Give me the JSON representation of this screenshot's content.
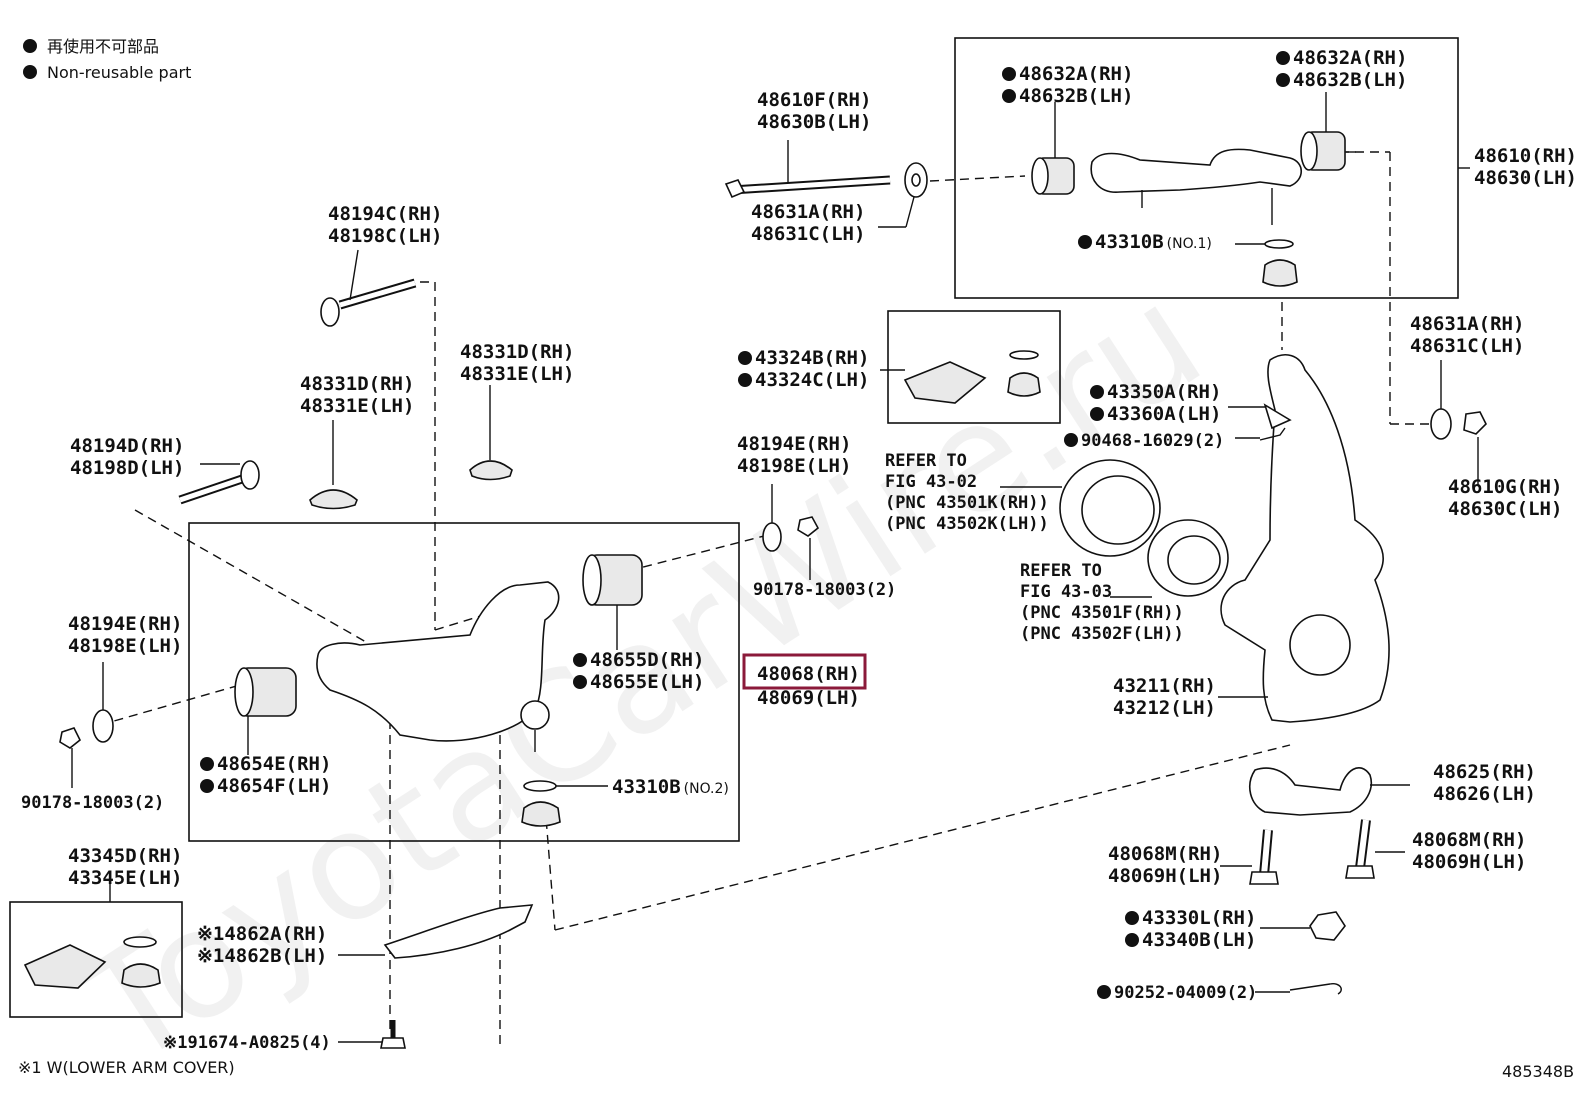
{
  "legend": {
    "jp": "再使用不可部品",
    "en": "Non-reusable part"
  },
  "watermark": "ToyotaCarWire.ru",
  "footnote": "※1 W(LOWER ARM COVER)",
  "diagram_id": "485348B",
  "highlight_color": "#8b1a3a",
  "labels": {
    "p48610F": "48610F(RH)",
    "p48630B": "48630B(LH)",
    "p48631A_top": "48631A(RH)",
    "p48631C_top": "48631C(LH)",
    "p48632A_l": "48632A(RH)",
    "p48632B_l": "48632B(LH)",
    "p48632A_r": "48632A(RH)",
    "p48632B_r": "48632B(LH)",
    "p48610_r": "48610(RH)",
    "p48630_r": "48630(LH)",
    "p43310B_1": "43310B",
    "p43310B_1q": "(NO.1)",
    "p48194C": "48194C(RH)",
    "p48198C": "48198C(LH)",
    "p48331D_a": "48331D(RH)",
    "p48331E_a": "48331E(LH)",
    "p48331D_b": "48331D(RH)",
    "p48331E_b": "48331E(LH)",
    "p43324B": "43324B(RH)",
    "p43324C": "43324C(LH)",
    "p43350A": "43350A(RH)",
    "p43360A": "43360A(LH)",
    "p90468": "90468-16029(2)",
    "p48631A_r": "48631A(RH)",
    "p48631C_r": "48631C(LH)",
    "p48610G": "48610G(RH)",
    "p48630C": "48630C(LH)",
    "p48194D": "48194D(RH)",
    "p48198D": "48198D(LH)",
    "p48194E_t": "48194E(RH)",
    "p48198E_t": "48198E(LH)",
    "p90178_t": "90178-18003(2)",
    "ref1_a": "REFER TO",
    "ref1_b": "FIG 43-02",
    "ref1_c": "(PNC 43501K(RH))",
    "ref1_d": "(PNC 43502K(LH))",
    "ref2_a": "REFER TO",
    "ref2_b": "FIG 43-03",
    "ref2_c": "(PNC 43501F(RH))",
    "ref2_d": "(PNC 43502F(LH))",
    "p48194E_l": "48194E(RH)",
    "p48198E_l": "48198E(LH)",
    "p48655D": "48655D(RH)",
    "p48655E": "48655E(LH)",
    "p48068": "48068(RH)",
    "p48069": "48069(LH)",
    "p43211": "43211(RH)",
    "p43212": "43212(LH)",
    "p48654E": "48654E(RH)",
    "p48654F": "48654F(LH)",
    "p90178_l": "90178-18003(2)",
    "p43310B_2": "43310B",
    "p43310B_2q": "(NO.2)",
    "p48625": "48625(RH)",
    "p48626": "48626(LH)",
    "p48068M_l": "48068M(RH)",
    "p48069H_l": "48069H(LH)",
    "p48068M_r": "48068M(RH)",
    "p48069H_r": "48069H(LH)",
    "p43345D": "43345D(RH)",
    "p43345E": "43345E(LH)",
    "p14862A": "※14862A(RH)",
    "p14862B": "※14862B(LH)",
    "p43330L": "43330L(RH)",
    "p43340B": "43340B(LH)",
    "p90252": "90252-04009(2)",
    "p191674": "※191674-A0825(4)"
  }
}
